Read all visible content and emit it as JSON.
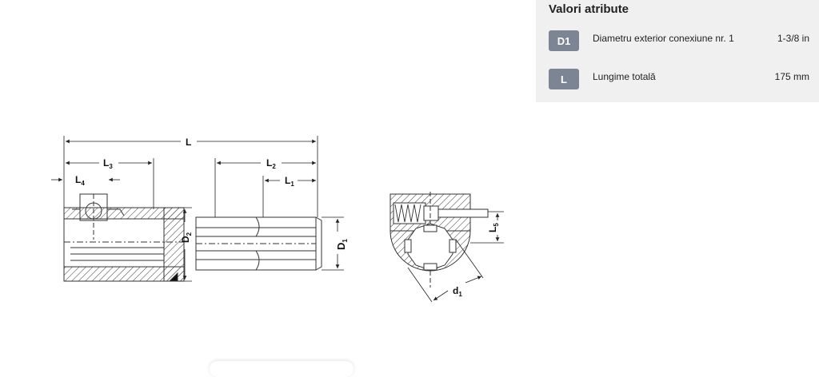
{
  "drawing": {
    "labels": {
      "L": "L",
      "L3": "L",
      "L3_sub": "3",
      "L4": "L",
      "L4_sub": "4",
      "L2": "L",
      "L2_sub": "2",
      "L1": "L",
      "L1_sub": "1",
      "D2": "D",
      "D2_sub": "2",
      "D1": "D",
      "D1_sub": "1",
      "L5": "L",
      "L5_sub": "5",
      "d1": "d",
      "d1_sub": "1"
    }
  },
  "attributes": {
    "title": "Valori atribute",
    "rows": [
      {
        "code": "D1",
        "name": "Diametru exterior conexiune nr. 1",
        "value": "1-3/8 in"
      },
      {
        "code": "L",
        "name": "Lungime totală",
        "value": "175 mm"
      }
    ]
  },
  "colors": {
    "badge": "#7c8593",
    "panel": "#f0f0f0",
    "line": "#333333"
  }
}
